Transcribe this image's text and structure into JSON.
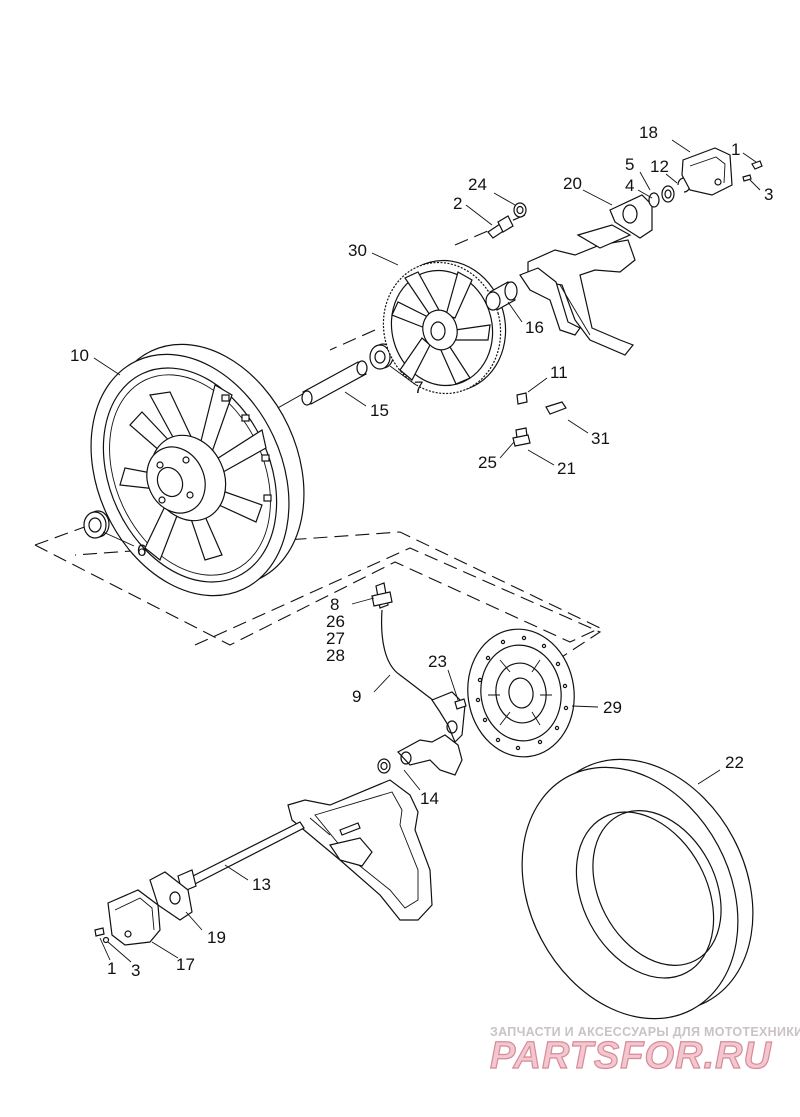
{
  "diagram": {
    "labels": {
      "l1a": "1",
      "l18": "18",
      "l5": "5",
      "l12": "12",
      "l4": "4",
      "l3a": "3",
      "l20": "20",
      "l24": "24",
      "l2": "2",
      "l30": "30",
      "l16": "16",
      "l10": "10",
      "l7": "7",
      "l15": "15",
      "l11": "11",
      "l31": "31",
      "l25": "25",
      "l21": "21",
      "l6": "6",
      "l8": "8",
      "l26": "26",
      "l27": "27",
      "l28": "28",
      "l23": "23",
      "l9": "9",
      "l29": "29",
      "l22": "22",
      "l14": "14",
      "l13": "13",
      "l19": "19",
      "l1b": "1",
      "l3b": "3",
      "l17": "17"
    }
  },
  "watermark": {
    "tagline": "ЗАПЧАСТИ И АКСЕССУАРЫ ДЛЯ МОТОТЕХНИКИ",
    "logo": "PARTSFOR.RU"
  }
}
